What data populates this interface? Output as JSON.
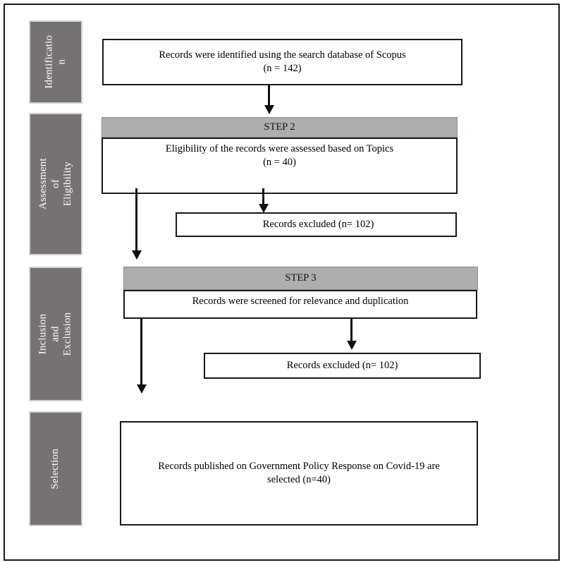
{
  "diagram": {
    "title": "PRISMA record selection flow diagram",
    "colors": {
      "stage_fill": "#767272",
      "stage_border": "#d4d0d0",
      "step_header_fill": "#b0adad",
      "box_border": "#1a1a1a",
      "frame_border": "#1a1a1a",
      "text": "#000000",
      "stage_text": "#ffffff"
    },
    "stages": [
      {
        "id": "identification",
        "label": "Identificatio\nn"
      },
      {
        "id": "assessment-of-eligibility",
        "label": "Assessment of Eligibility"
      },
      {
        "id": "inclusion-and-exclusion",
        "label": "Inclusion and\nExclusion"
      },
      {
        "id": "selection",
        "label": "Selection"
      }
    ],
    "boxes": {
      "identified": {
        "text": "Records were identified using the search database of Scopus\n(n = 142)"
      },
      "step2_header": {
        "text": "STEP 2"
      },
      "eligibility": {
        "text": "Eligibility of the records were assessed based on Topics\n(n = 40)"
      },
      "excluded_1": {
        "text": "Records excluded (n= 102)"
      },
      "step3_header": {
        "text": "STEP 3"
      },
      "screened": {
        "text": "Records were screened for relevance and duplication"
      },
      "excluded_2": {
        "text": "Records excluded (n= 102)"
      },
      "selected": {
        "text": "Records published on Government Policy Response on Covid-19  are selected (n=40)"
      }
    },
    "connectors": [
      {
        "id": "identified-to-step2",
        "from": "identified",
        "to": "step2_header"
      },
      {
        "id": "eligibility-to-excluded-1",
        "from": "eligibility",
        "to": "excluded_1"
      },
      {
        "id": "eligibility-to-step3",
        "from": "eligibility",
        "to": "step3_header"
      },
      {
        "id": "screened-to-excluded-2",
        "from": "screened",
        "to": "excluded_2"
      },
      {
        "id": "screened-to-selected",
        "from": "screened",
        "to": "selected"
      }
    ]
  }
}
